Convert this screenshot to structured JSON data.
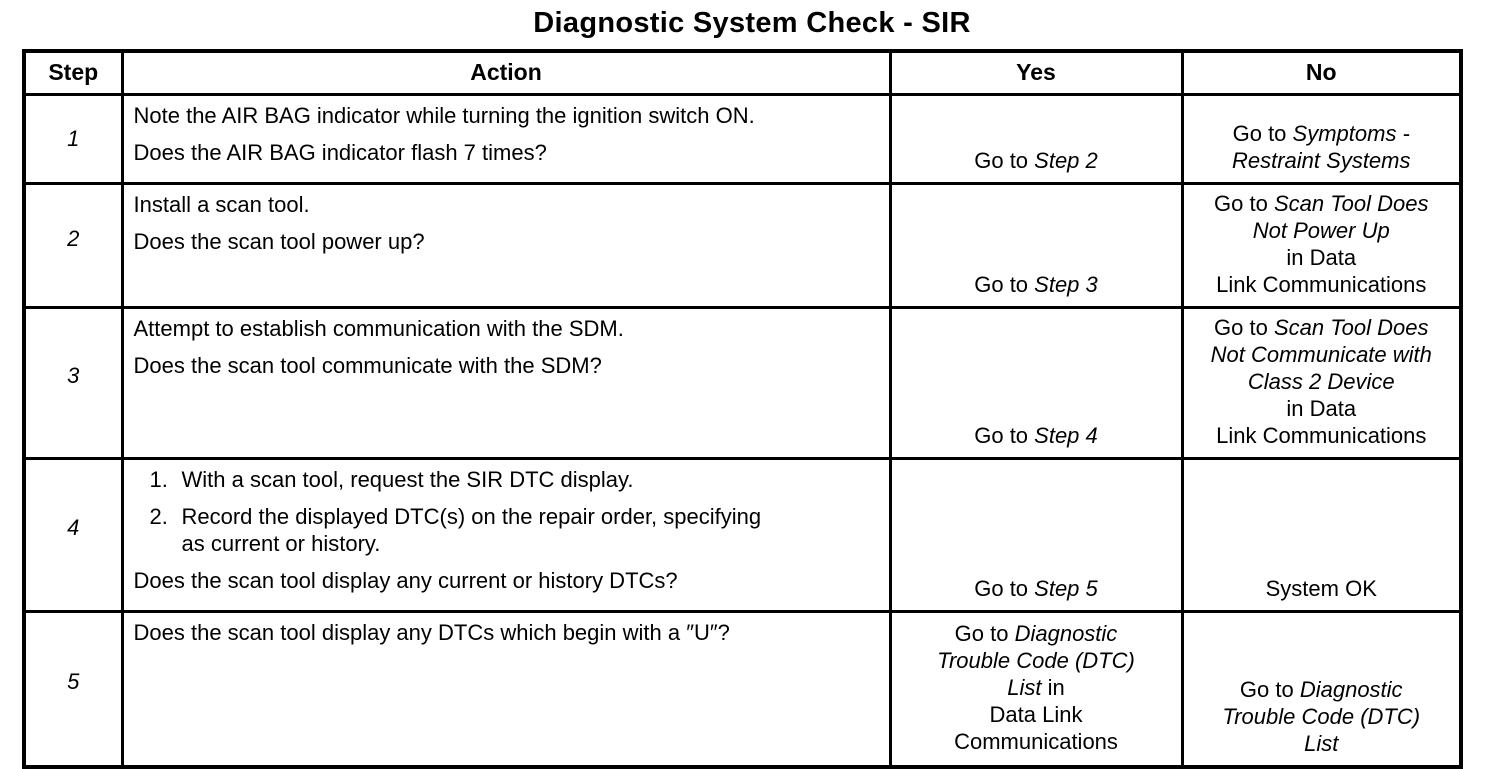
{
  "title": "Diagnostic System Check - SIR",
  "table": {
    "headers": {
      "step": "Step",
      "action": "Action",
      "yes": "Yes",
      "no": "No"
    },
    "rows": [
      {
        "step": "1",
        "action": [
          {
            "lines": [
              "Note the AIR BAG indicator while turning the ignition switch ON."
            ]
          },
          {
            "lines": [
              "Does the AIR BAG indicator flash 7 times?"
            ]
          }
        ],
        "yes": {
          "valign": "bottom",
          "lines": [
            [
              {
                "text": "Go to "
              },
              {
                "text": "Step 2",
                "italic": true
              }
            ]
          ]
        },
        "no": {
          "valign": "bottom",
          "lines": [
            [
              {
                "text": "Go to "
              },
              {
                "text": "Symptoms -",
                "italic": true
              }
            ],
            [
              {
                "text": "Restraint Systems",
                "italic": true
              }
            ]
          ]
        }
      },
      {
        "step": "2",
        "action": [
          {
            "lines": [
              "Install a scan tool."
            ]
          },
          {
            "lines": [
              "Does the scan tool power up?"
            ]
          }
        ],
        "yes": {
          "valign": "bottom",
          "lines": [
            [
              {
                "text": "Go to "
              },
              {
                "text": "Step 3",
                "italic": true
              }
            ]
          ]
        },
        "no": {
          "valign": "center",
          "lines": [
            [
              {
                "text": "Go to "
              },
              {
                "text": "Scan Tool Does",
                "italic": true
              }
            ],
            [
              {
                "text": "Not Power Up",
                "italic": true
              }
            ],
            [
              {
                "text": "in Data"
              }
            ],
            [
              {
                "text": "Link Communications"
              }
            ]
          ]
        }
      },
      {
        "step": "3",
        "action": [
          {
            "lines": [
              "Attempt to establish communication with the SDM."
            ]
          },
          {
            "lines": [
              "Does the scan tool communicate with the SDM?"
            ]
          }
        ],
        "yes": {
          "valign": "bottom",
          "lines": [
            [
              {
                "text": "Go to "
              },
              {
                "text": "Step 4",
                "italic": true
              }
            ]
          ]
        },
        "no": {
          "valign": "center",
          "lines": [
            [
              {
                "text": "Go to "
              },
              {
                "text": "Scan Tool Does",
                "italic": true
              }
            ],
            [
              {
                "text": "Not Communicate with",
                "italic": true
              }
            ],
            [
              {
                "text": "Class 2 Device",
                "italic": true
              }
            ],
            [
              {
                "text": "in Data"
              }
            ],
            [
              {
                "text": "Link Communications"
              }
            ]
          ]
        }
      },
      {
        "step": "4",
        "action": [
          {
            "num": "1.",
            "lines": [
              "With a scan tool, request the SIR DTC display."
            ]
          },
          {
            "num": "2.",
            "lines": [
              "Record the displayed DTC(s) on the repair order, specifying",
              "as current or history."
            ]
          },
          {
            "lines": [
              "Does the scan tool display any current or history DTCs?"
            ]
          }
        ],
        "yes": {
          "valign": "bottom",
          "lines": [
            [
              {
                "text": "Go to "
              },
              {
                "text": "Step 5",
                "italic": true
              }
            ]
          ]
        },
        "no": {
          "valign": "bottom",
          "lines": [
            [
              {
                "text": "System OK"
              }
            ]
          ]
        }
      },
      {
        "step": "5",
        "action": [
          {
            "lines": [
              "Does the scan tool display any DTCs which begin with a ″U″?"
            ]
          }
        ],
        "yes": {
          "valign": "center",
          "lines": [
            [
              {
                "text": "Go to "
              },
              {
                "text": "Diagnostic",
                "italic": true
              }
            ],
            [
              {
                "text": "Trouble Code (DTC)",
                "italic": true
              }
            ],
            [
              {
                "text": "List",
                "italic": true
              },
              {
                "text": " in"
              }
            ],
            [
              {
                "text": "Data Link"
              }
            ],
            [
              {
                "text": "Communications"
              }
            ]
          ]
        },
        "no": {
          "valign": "bottom",
          "lines": [
            [
              {
                "text": "Go to "
              },
              {
                "text": "Diagnostic",
                "italic": true
              }
            ],
            [
              {
                "text": "Trouble Code (DTC)",
                "italic": true
              }
            ],
            [
              {
                "text": "List",
                "italic": true
              }
            ]
          ]
        }
      }
    ]
  }
}
